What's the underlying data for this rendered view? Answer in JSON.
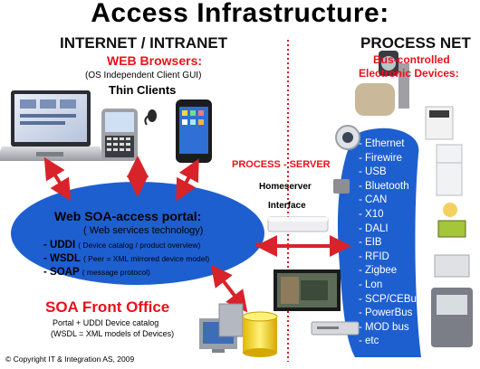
{
  "title": "Access Infrastructure:",
  "left_header": "INTERNET / INTRANET",
  "web_browsers": "WEB Browsers:",
  "os_independent": "(OS Independent Client GUI)",
  "thin_clients": "Thin Clients",
  "right_header": "PROCESS NET",
  "bus_line1": "Bus-controlled",
  "bus_line2": "Electronic Devices:",
  "process_server": "PROCESS  - SERVER",
  "homeserver": "Homeserver",
  "interface": "Interface",
  "portal": {
    "title": "Web SOA-access portal:",
    "subtitle": "( Web services technology)",
    "items": [
      {
        "key": "- UDDI",
        "note": "( Device catalog / product overview)"
      },
      {
        "key": "- WSDL",
        "note": "( Peer = XML mirrored device model)"
      },
      {
        "key": "- SOAP",
        "note": "( message  protocol)"
      }
    ]
  },
  "front_office": {
    "title": "SOA Front Office",
    "line1": "Portal + UDDI Device catalog",
    "line2": "(WSDL = XML models of Devices)"
  },
  "bus_list": [
    "- Ethernet",
    "- Firewire",
    "- USB",
    "- Bluetooth",
    "- CAN",
    "- X10",
    "- DALI",
    "- EIB",
    "- RFID",
    "- Zigbee",
    "- Lon",
    "- SCP/CEBus",
    "- PowerBus",
    "- MOD bus",
    "- etc"
  ],
  "copyright": "© Copyright IT & Integration AS,  2009",
  "colors": {
    "blue": "#1e5fd0",
    "red": "#e8121b",
    "arrow": "#d8232a"
  }
}
